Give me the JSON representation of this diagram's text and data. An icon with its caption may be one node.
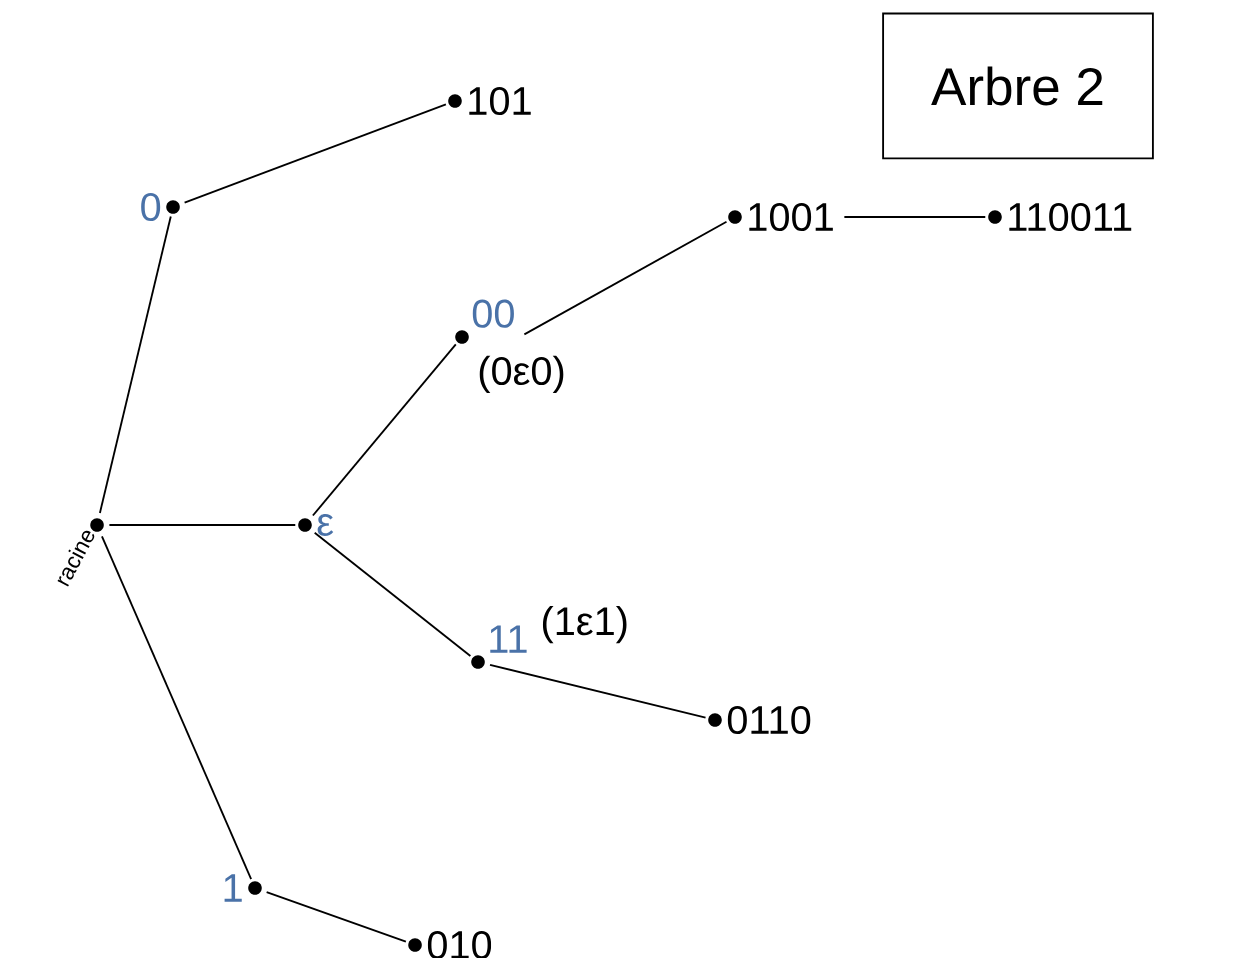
{
  "diagram": {
    "title": "Arbre 2",
    "nodes": [
      {
        "text": [
          "racine"
        ]
      },
      {
        "text": [
          "0"
        ]
      },
      {
        "text": [
          "101"
        ]
      },
      {
        "text": [
          "ε"
        ]
      },
      {
        "text": [
          "00"
        ],
        "beside": [
          "(0ε0)"
        ]
      },
      {
        "text": [
          "1001"
        ]
      },
      {
        "text": [
          "110011"
        ]
      },
      {
        "text": [
          "11"
        ],
        "beside": [
          "(1ε1)"
        ]
      },
      {
        "text": [
          "0110"
        ]
      },
      {
        "text": [
          "1"
        ]
      },
      {
        "text": [
          "010"
        ]
      }
    ],
    "edges": [
      {
        "from": 0,
        "to": 1,
        "arrow": "none"
      },
      {
        "from": 1,
        "to": 2,
        "arrow": "none"
      },
      {
        "from": 0,
        "to": 3,
        "arrow": "none"
      },
      {
        "from": 3,
        "to": 4,
        "arrow": "none"
      },
      {
        "from": 4,
        "to": 5,
        "arrow": "none"
      },
      {
        "from": 5,
        "to": 6,
        "arrow": "none"
      },
      {
        "from": 3,
        "to": 7,
        "arrow": "none"
      },
      {
        "from": 7,
        "to": 8,
        "arrow": "none"
      },
      {
        "from": 0,
        "to": 9,
        "arrow": "none"
      },
      {
        "from": 9,
        "to": 10,
        "arrow": "none"
      }
    ]
  }
}
